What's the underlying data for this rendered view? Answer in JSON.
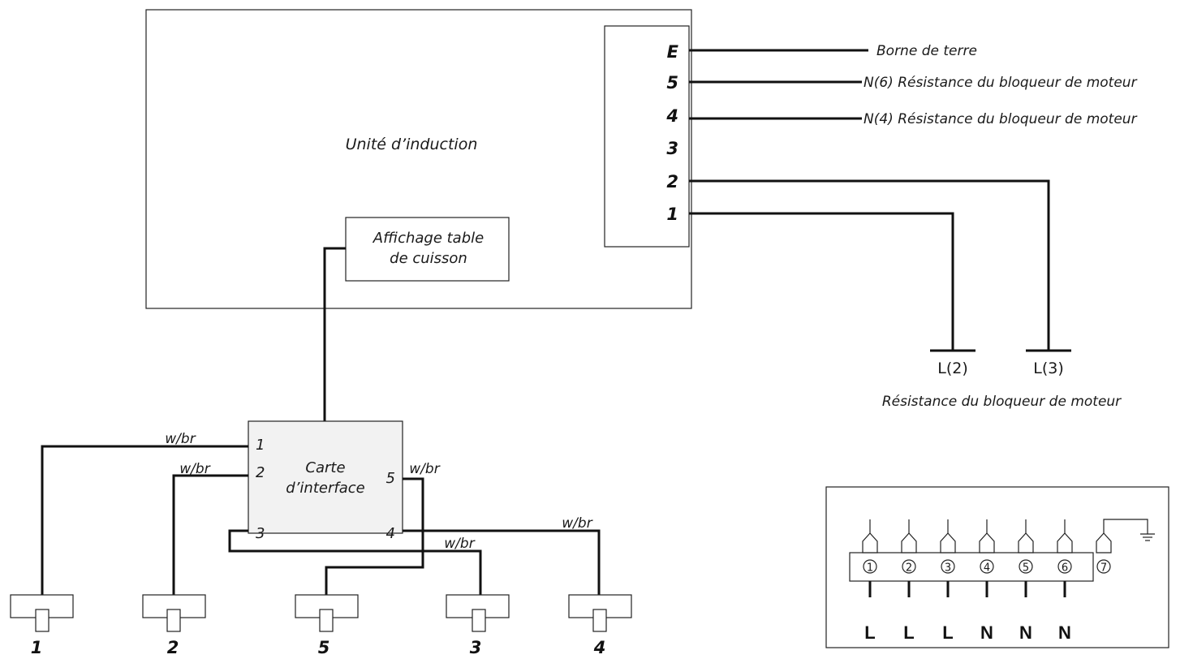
{
  "induction_unit": {
    "label": "Unité d’induction",
    "terminals": [
      "E",
      "5",
      "4",
      "3",
      "2",
      "1"
    ],
    "display": {
      "line1": "Affichage table",
      "line2": "de cuisson"
    }
  },
  "leads": {
    "earth": "Borne de terre",
    "n6": "N(6) Résistance du bloqueur de moteur",
    "n4": "N(4) Résistance du bloqueur de moteur"
  },
  "lines": {
    "l2": "L(2)",
    "l3": "L(3)",
    "caption": "Résistance du bloqueur de moteur"
  },
  "interface": {
    "line1": "Carte",
    "line2": "d’interface",
    "left_pins": [
      "1",
      "2",
      "3"
    ],
    "right_pins": [
      "5",
      "4"
    ],
    "wire_label": "w/br"
  },
  "zones": [
    "1",
    "2",
    "5",
    "3",
    "4"
  ],
  "terminal_block": {
    "numbers": [
      "1",
      "2",
      "3",
      "4",
      "5",
      "6",
      "7"
    ],
    "phases": [
      "L",
      "L",
      "L",
      "N",
      "N",
      "N"
    ]
  }
}
